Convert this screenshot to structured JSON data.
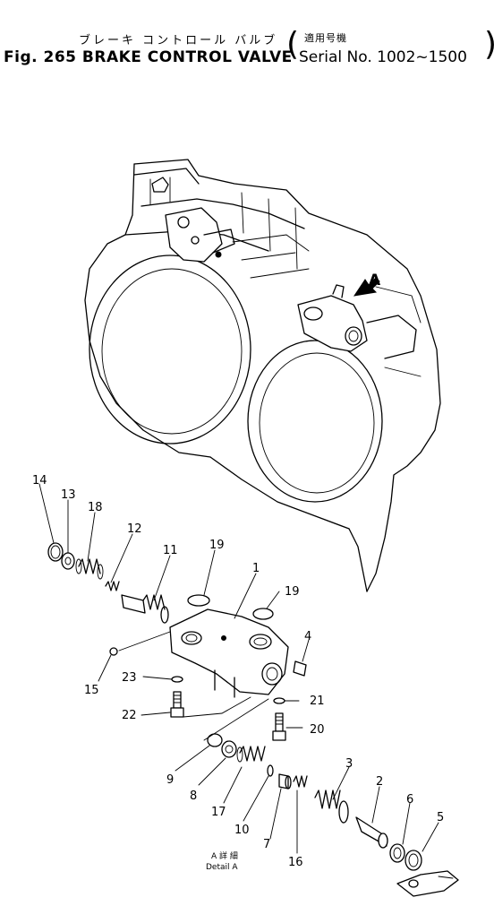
{
  "title": {
    "jp": "ブレーキ コントロール バルブ",
    "jp_serial": "適用号機",
    "en": "Fig. 265 BRAKE CONTROL VALVE",
    "en_serial": "Serial No. 1002~1500",
    "paren_open": "(",
    "paren_close": ")"
  },
  "view_letter": "A",
  "detail_label": {
    "jp": "A 詳 細",
    "en": "Detail A"
  },
  "callouts": {
    "c1": "1",
    "c2": "2",
    "c3": "3",
    "c4": "4",
    "c5": "5",
    "c6": "6",
    "c7": "7",
    "c8": "8",
    "c9": "9",
    "c10": "10",
    "c11": "11",
    "c12": "12",
    "c13": "13",
    "c14": "14",
    "c15": "15",
    "c16": "16",
    "c17": "17",
    "c18": "18",
    "c19a": "19",
    "c19b": "19",
    "c20": "20",
    "c21": "21",
    "c22": "22",
    "c23": "23"
  }
}
